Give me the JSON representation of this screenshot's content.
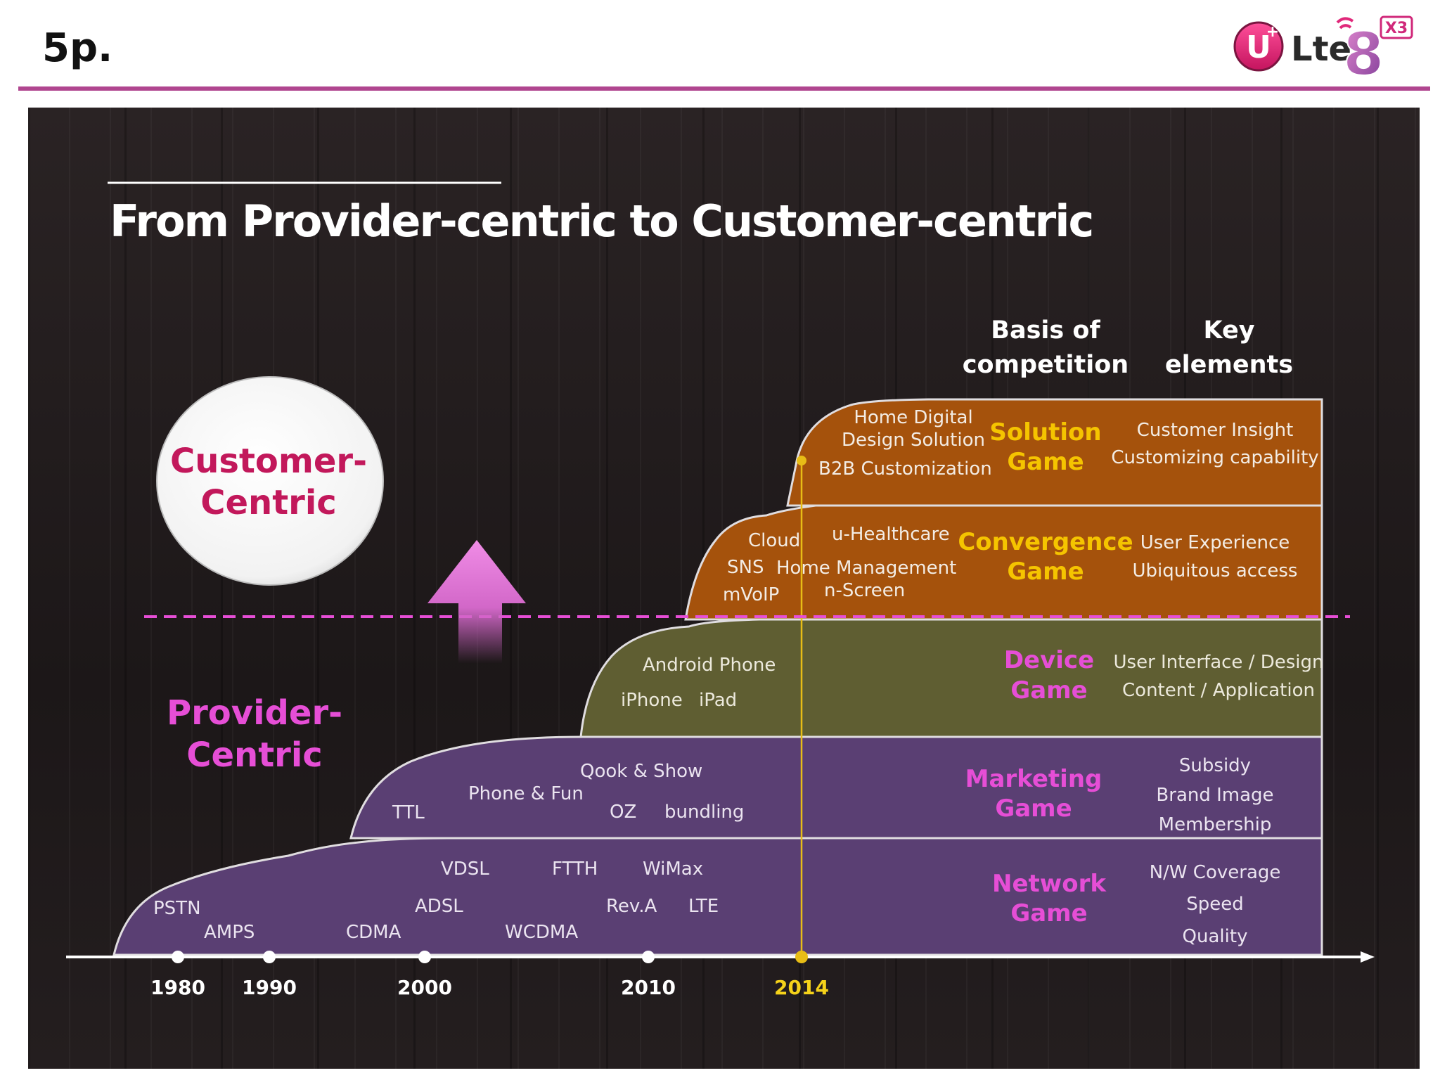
{
  "page_label": "5p.",
  "logo": {
    "u": "U+",
    "lte": "Lte",
    "eight": "8",
    "x3": "X3"
  },
  "colors": {
    "header_rule": "#b0468f",
    "purple_band": "#5a3f73",
    "olive_band": "#5f5e32",
    "orange_band": "#a5520c",
    "magenta_text": "#e64ed6",
    "gold_text": "#f5c400",
    "marker_yellow": "#e8bd16"
  },
  "slide": {
    "title": "From Provider-centric to Customer-centric",
    "headers": {
      "basis_line1": "Basis of",
      "basis_line2": "competition",
      "key_line1": "Key",
      "key_line2": "elements"
    },
    "customer_centric": {
      "line1": "Customer-",
      "line2": "Centric"
    },
    "provider_centric": {
      "line1": "Provider-",
      "line2": "Centric"
    },
    "layers": {
      "network": {
        "items": [
          "PSTN",
          "AMPS",
          "CDMA",
          "ADSL",
          "VDSL",
          "WCDMA",
          "FTTH",
          "Rev.A",
          "WiMax",
          "LTE"
        ],
        "game_line1": "Network",
        "game_line2": "Game",
        "key_elements": [
          "N/W Coverage",
          "Speed",
          "Quality"
        ]
      },
      "marketing": {
        "items": [
          "TTL",
          "Phone & Fun",
          "Qook & Show",
          "OZ",
          "bundling"
        ],
        "game_line1": "Marketing",
        "game_line2": "Game",
        "key_elements": [
          "Subsidy",
          "Brand Image",
          "Membership"
        ]
      },
      "device": {
        "items": [
          "Android Phone",
          "iPhone",
          "iPad"
        ],
        "game_line1": "Device",
        "game_line2": "Game",
        "key_elements": [
          "User Interface / Design",
          "Content / Application"
        ]
      },
      "convergence": {
        "items": [
          "Cloud",
          "SNS",
          "mVoIP",
          "u-Healthcare",
          "Home Management",
          "n-Screen"
        ],
        "game_line1": "Convergence",
        "game_line2": "Game",
        "key_elements": [
          "User Experience",
          "Ubiquitous access"
        ]
      },
      "solution": {
        "items": [
          "Home Digital",
          "Design Solution",
          "B2B Customization"
        ],
        "game_line1": "Solution",
        "game_line2": "Game",
        "key_elements": [
          "Customer Insight",
          "Customizing capability"
        ]
      }
    },
    "timeline": {
      "years": [
        "1980",
        "1990",
        "2000",
        "2010",
        "2014"
      ],
      "highlight_year": "2014"
    }
  }
}
